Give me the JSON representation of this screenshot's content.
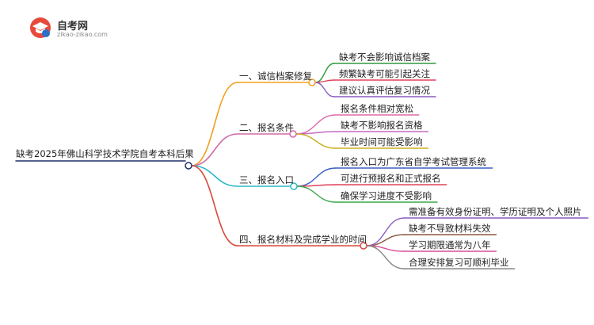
{
  "logo": {
    "name": "自考网",
    "url": "zikao-zikao.com",
    "icon": "graduation-cap-icon"
  },
  "root": {
    "text": "缺考2025年佛山科学技术学院自考本科后果"
  },
  "branches": [
    {
      "label": "一、诚信档案修复",
      "color": "#f0a020",
      "children": [
        "缺考不会影响诚信档案",
        "频繁缺考可能引起关注",
        "建议认真评估复习情况"
      ],
      "child_colors": [
        "#2e9b3b",
        "#e0425a",
        "#8b5cc2"
      ]
    },
    {
      "label": "二、报名条件",
      "color": "#d06aa8",
      "children": [
        "报名条件相对宽松",
        "缺考不影响报名资格",
        "毕业时间可能受影响"
      ],
      "child_colors": [
        "#e06aa8",
        "#c46ac0",
        "#c8b020"
      ]
    },
    {
      "label": "三、报名入口",
      "color": "#2ab8c8",
      "children": [
        "报名入口为广东省自学考试管理系统",
        "可进行预报名和正式报名",
        "确保学习进度不受影响"
      ],
      "child_colors": [
        "#3a5fc4",
        "#e0425a",
        "#3aa84a"
      ]
    },
    {
      "label": "四、报名材料及完成学业的时间",
      "color": "#d84b3c",
      "children": [
        "需准备有效身份证明、学历证明及个人照片",
        "缺考不导致材料失效",
        "学习期限通常为八年",
        "合理安排复习可顺利毕业"
      ],
      "child_colors": [
        "#8b5cc2",
        "#8a5a40",
        "#d84b9a",
        "#8a8a8a"
      ]
    }
  ]
}
